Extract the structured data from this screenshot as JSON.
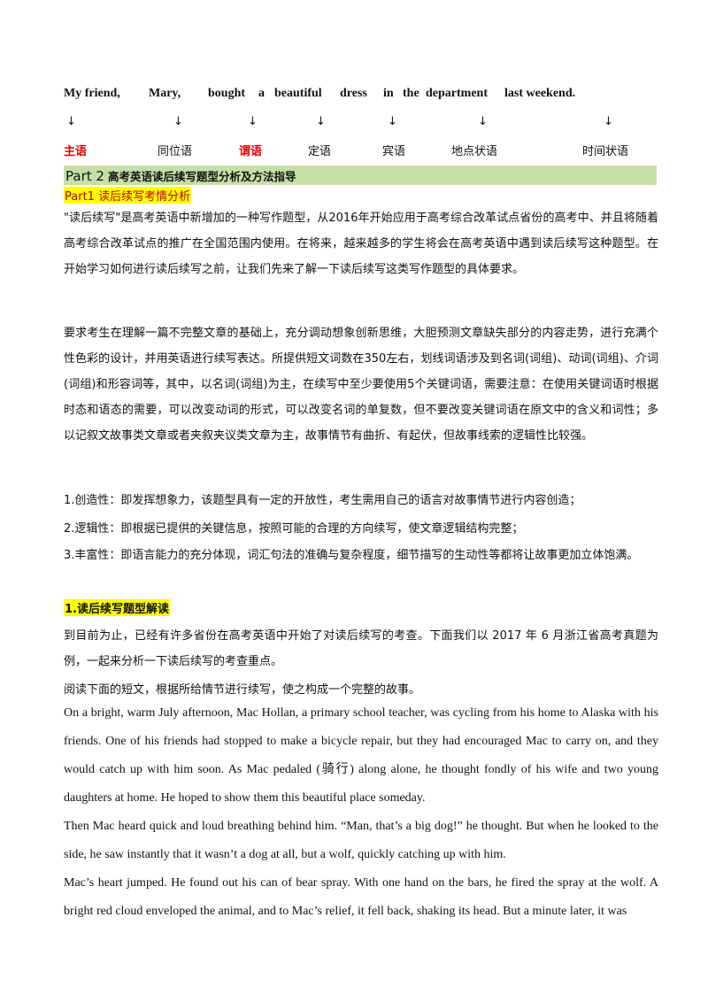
{
  "sentence": {
    "words": [
      "My friend,",
      "Mary,",
      "bought",
      "a",
      "beautiful",
      "dress",
      "in",
      "the",
      "department",
      "last weekend."
    ],
    "arrow": "↓",
    "roles": [
      "主语",
      "同位语",
      "谓语",
      "定语",
      "宾语",
      "地点状语",
      "时间状语"
    ]
  },
  "part2": {
    "label": "Part 2",
    "title": "高考英语读后续写题型分析及方法指导"
  },
  "part1_heading": "Part1 读后续写考情分析",
  "intro": {
    "p1": "\"读后续写\"是高考英语中新增加的一种写作题型，从2016年开始应用于高考综合改革试点省份的高考中、并且将随着高考综合改革试点的推广在全国范围内使用。在将来，越来越多的学生将会在高考英语中遇到读后续写这种题型。在开始学习如何进行读后续写之前，让我们先来了解一下读后续写这类写作题型的具体要求。",
    "p2": "要求考生在理解一篇不完整文章的基础上，充分调动想象创新思维，大胆预测文章缺失部分的内容走势，进行充满个性色彩的设计，并用英语进行续写表达。所提供短文词数在350左右，划线词语涉及到名词(词组)、动词(词组)、介词(词组)和形容词等，其中，以名词(词组)为主，在续写中至少要使用5个关键词语，需要注意：在使用关键词语时根据时态和语态的需要，可以改变动词的形式，可以改变名词的单复数，但不要改变关键词语在原文中的含义和词性；多以记叙文故事类文章或者夹叙夹议类文章为主，故事情节有曲折、有起伏，但故事线索的逻辑性比较强。",
    "li1": "1.创造性：即发挥想象力，该题型具有一定的开放性，考生需用自己的语言对故事情节进行内容创造；",
    "li2": "2.逻辑性：即根据已提供的关键信息，按照可能的合理的方向续写，使文章逻辑结构完整；",
    "li3": "3.丰富性：即语言能力的充分体现，词汇句法的准确与复杂程度，细节描写的生动性等都将让故事更加立体饱满。"
  },
  "section1": {
    "heading": "1.读后续写题型解读",
    "p1": "到目前为止，已经有许多省份在高考英语中开始了对读后续写的考查。下面我们以 2017 年 6 月浙江省高考真题为例，一起来分析一下读后续写的考查重点。",
    "p2": "阅读下面的短文，根据所给情节进行续写，使之构成一个完整的故事。"
  },
  "story": {
    "p1": "On a bright, warm July afternoon, Mac Hollan, a primary school teacher, was cycling from his home to Alaska with his friends. One of his friends had stopped to make a bicycle repair, but they had encouraged Mac to carry on, and they would catch up with him soon. As Mac pedaled (骑行) along alone, he thought fondly of his wife and two young daughters at home. He hoped to show them this beautiful place someday.",
    "p2": "Then Mac heard quick and loud breathing behind him. “Man, that’s a big dog!” he thought. But when he looked to the side, he saw instantly that it wasn’t a dog at all, but a wolf, quickly catching up with him.",
    "p3": "Mac’s heart jumped. He found out his can of bear spray. With one hand on the bars, he fired the spray at the wolf. A bright red cloud enveloped the animal, and to Mac’s relief, it fell back, shaking its head. But a minute later, it was"
  }
}
